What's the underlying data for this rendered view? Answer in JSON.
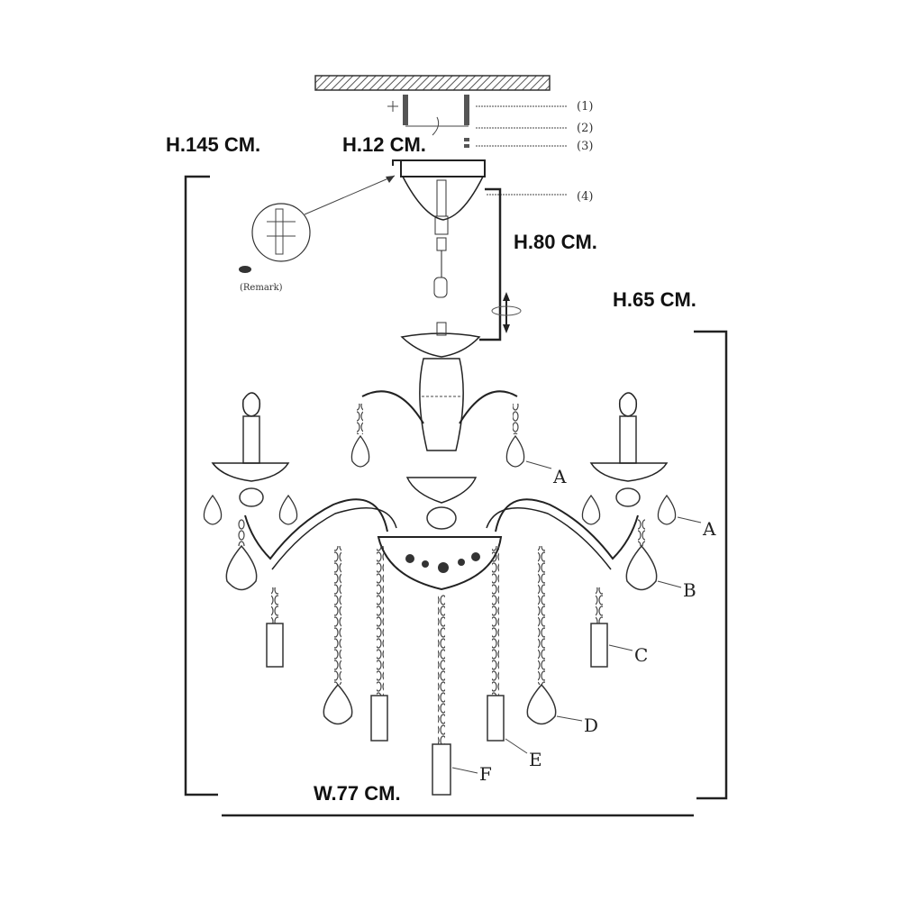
{
  "dimensions": {
    "total_height": "H.145 CM.",
    "canopy_height": "H.12 CM.",
    "chain_height": "H.80 CM.",
    "body_height": "H.65 CM.",
    "width": "W.77 CM."
  },
  "mount_parts": [
    "(1)",
    "(2)",
    "(3)",
    "(4)"
  ],
  "remark_label": "(Remark)",
  "component_letters": {
    "a_inner": "A",
    "a_outer": "A",
    "b": "B",
    "c": "C",
    "d": "D",
    "e": "E",
    "f": "F"
  }
}
